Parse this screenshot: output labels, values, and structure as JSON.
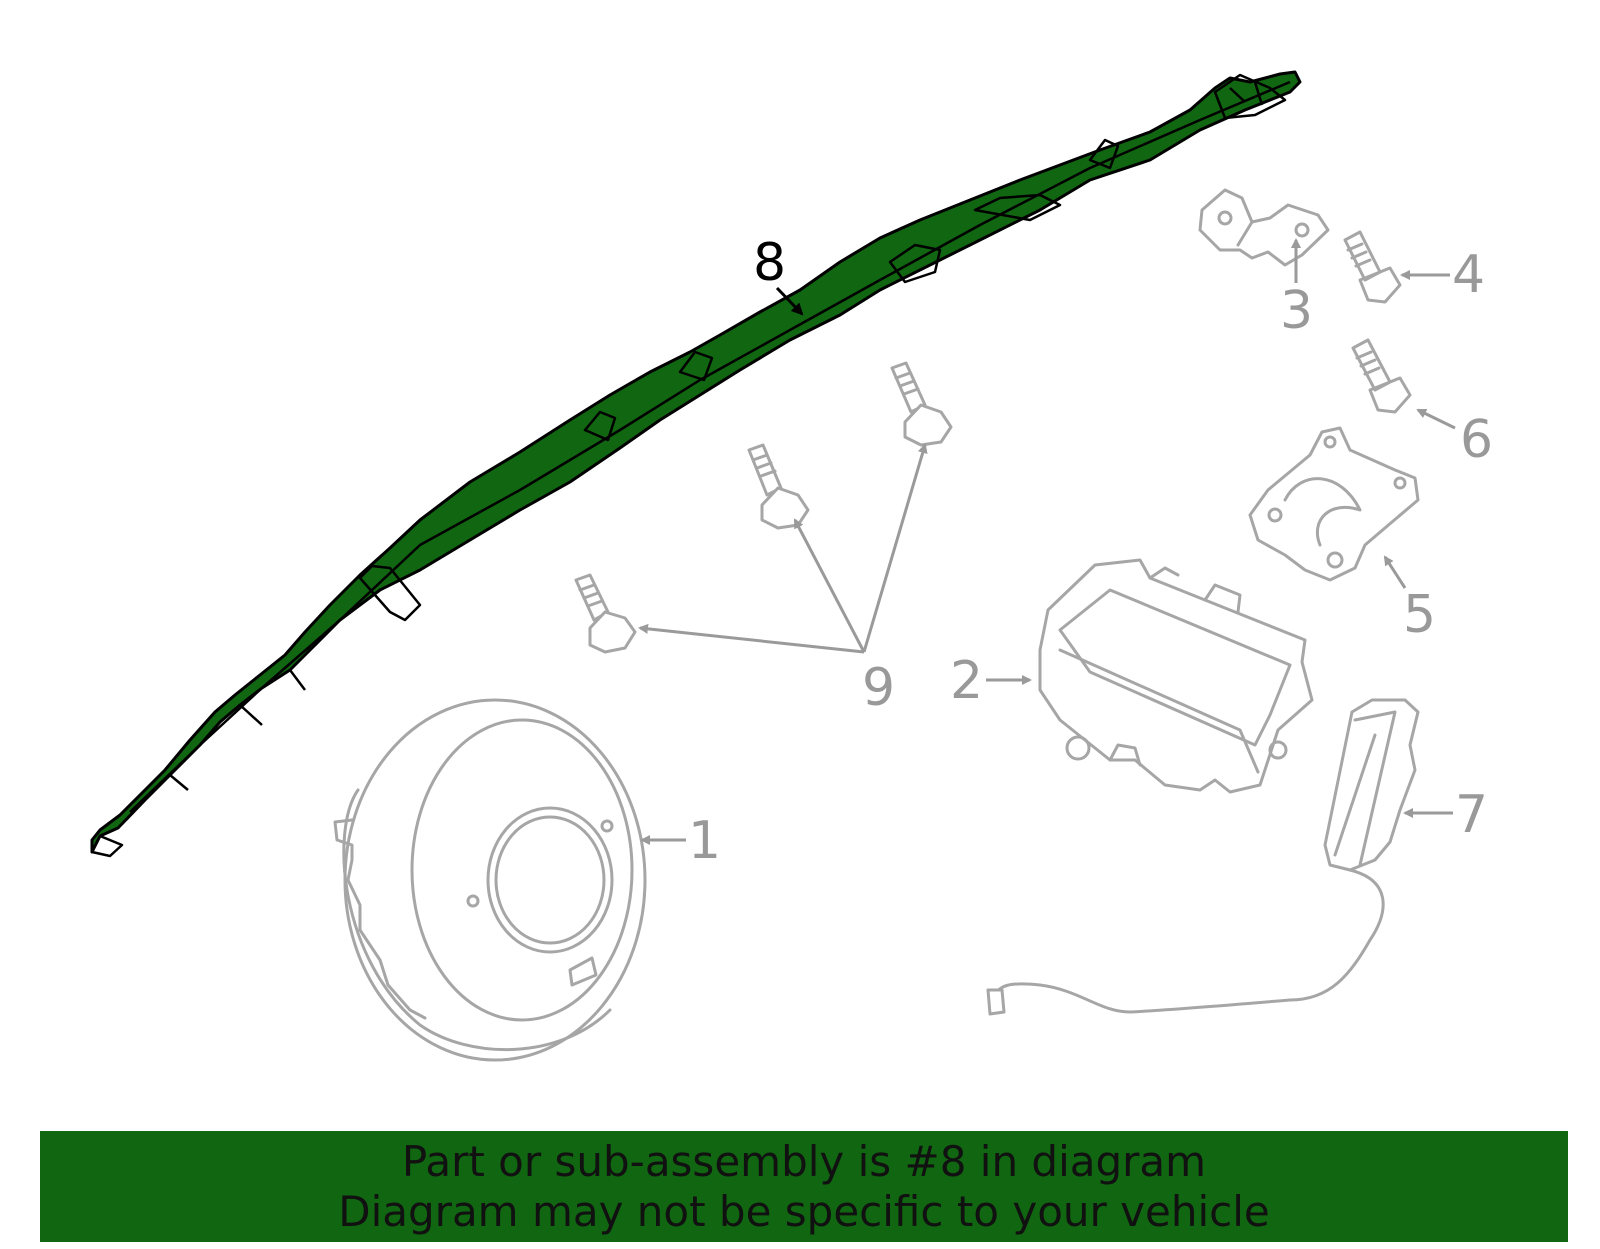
{
  "callouts": {
    "c1": "1",
    "c2": "2",
    "c3": "3",
    "c4": "4",
    "c5": "5",
    "c6": "6",
    "c7": "7",
    "c8": "8",
    "c9": "9"
  },
  "highlight": {
    "part_number": "8",
    "color": "#116611"
  },
  "banner": {
    "line1": "Part or sub-assembly is #8 in diagram",
    "line2": "Diagram may not be specific to your vehicle",
    "color": "#116611"
  }
}
